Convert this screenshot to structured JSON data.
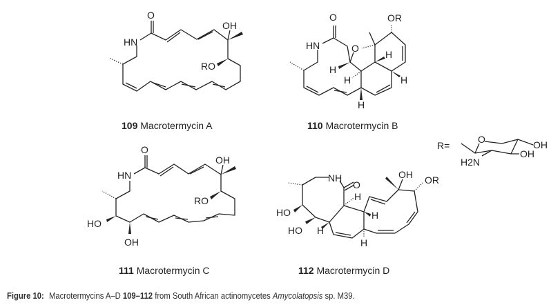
{
  "compounds": [
    {
      "number": "109",
      "name": "Macrotermycin A",
      "atoms": {
        "o": "O",
        "hn": "HN",
        "oh": "OH",
        "ro": "RO"
      }
    },
    {
      "number": "110",
      "name": "Macrotermycin B",
      "atoms": {
        "o": "O",
        "hn": "HN",
        "o_ring": "O",
        "or": "OR",
        "h": "H"
      }
    },
    {
      "number": "111",
      "name": "Macrotermycin C",
      "atoms": {
        "o": "O",
        "hn": "HN",
        "oh": "OH",
        "ro": "RO",
        "ho": "HO",
        "oh2": "OH"
      }
    },
    {
      "number": "112",
      "name": "Macrotermycin D",
      "atoms": {
        "o": "O",
        "nh": "NH",
        "oh": "OH",
        "or": "OR",
        "ho": "HO",
        "h": "H"
      }
    }
  ],
  "r_group": {
    "label": "R=",
    "o": "O",
    "oh": "OH",
    "h2n": "H2N"
  },
  "caption": {
    "figure_label": "Figure 10:",
    "text_1": "Macrotermycins A–D ",
    "numbers": "109–112",
    "text_2": " from South African actinomycetes ",
    "genus": "Amycolatopsis",
    "text_3": " sp. M39."
  }
}
